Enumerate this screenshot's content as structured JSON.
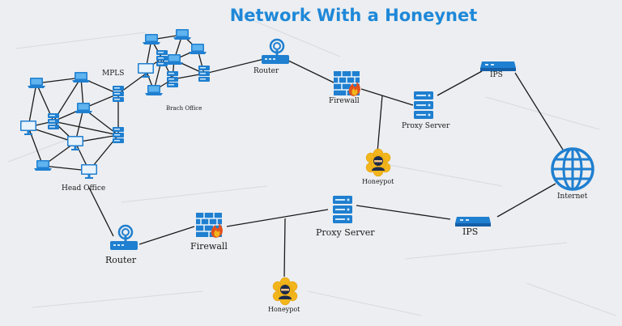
{
  "title": "Network With a Honeynet",
  "labels": {
    "mpls": "MPLS",
    "head_office": "Head Office",
    "branch_office": "Brach Office",
    "router_top": "Router",
    "firewall_top": "Firewall",
    "proxy_top": "Proxy Server",
    "ips_top": "IPS",
    "honeypot_top": "Honeypot",
    "internet": "Internet",
    "router_bottom": "Router",
    "firewall_bottom": "Firewall",
    "proxy_bottom": "Proxy Server",
    "ips_bottom": "IPS",
    "honeypot_bottom": "Honeypot"
  },
  "colors": {
    "accent": "#1e88d8",
    "icon_blue": "#1f7fd0",
    "honeypot": "#f2b51b",
    "firewall_flame": "#e2501c"
  }
}
